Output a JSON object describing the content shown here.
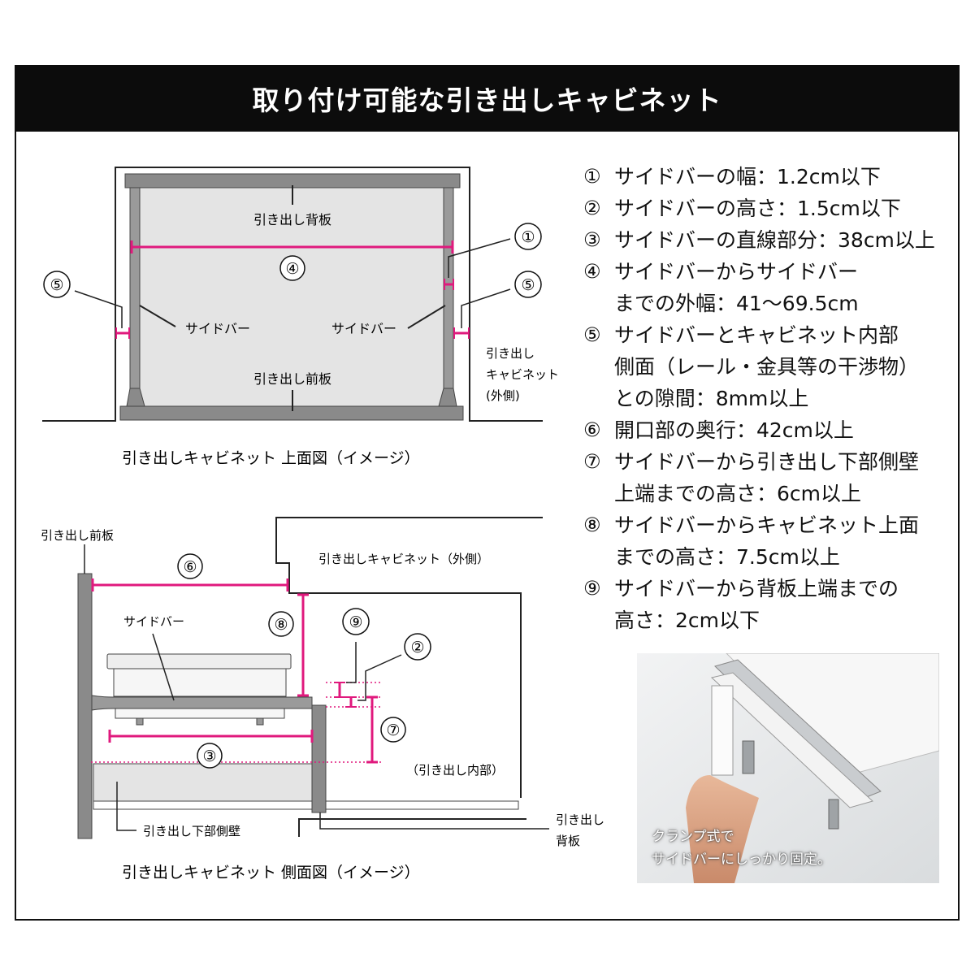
{
  "title": "取り付け可能な引き出しキャビネット",
  "top_view": {
    "caption": "引き出しキャビネット 上面図（イメージ）",
    "back_board": "引き出し背板",
    "front_board": "引き出し前板",
    "side_bar_left": "サイドバー",
    "side_bar_right": "サイドバー",
    "cabinet_outer_line1": "引き出し",
    "cabinet_outer_line2": "キャビネット",
    "cabinet_outer_line3": "(外側)",
    "marker_1": "①",
    "marker_4": "④",
    "marker_5_left": "⑤",
    "marker_5_right": "⑤"
  },
  "side_view": {
    "caption": "引き出しキャビネット 側面図（イメージ）",
    "front_board": "引き出し前板",
    "cabinet_outer": "引き出しキャビネット（外側）",
    "side_bar": "サイドバー",
    "drawer_inside": "（引き出し内部）",
    "lower_side_wall": "引き出し下部側壁",
    "back_board_line1": "引き出し",
    "back_board_line2": "背板",
    "marker_2": "②",
    "marker_3": "③",
    "marker_6": "⑥",
    "marker_7": "⑦",
    "marker_8": "⑧",
    "marker_9": "⑨"
  },
  "specs": [
    {
      "num": "①",
      "text": "サイドバーの幅：1.2cm以下"
    },
    {
      "num": "②",
      "text": "サイドバーの高さ：1.5cm以下"
    },
    {
      "num": "③",
      "text": "サイドバーの直線部分：38cm以上"
    },
    {
      "num": "④",
      "text": "サイドバーからサイドバー\nまでの外幅：41～69.5cm"
    },
    {
      "num": "⑤",
      "text": "サイドバーとキャビネット内部\n側面（レール・金具等の干渉物）\nとの隙間：8mm以上"
    },
    {
      "num": "⑥",
      "text": "開口部の奥行：42cm以上"
    },
    {
      "num": "⑦",
      "text": "サイドバーから引き出し下部側壁\n上端までの高さ：6cm以上"
    },
    {
      "num": "⑧",
      "text": "サイドバーからキャビネット上面\nまでの高さ：7.5cm以上"
    },
    {
      "num": "⑨",
      "text": "サイドバーから背板上端までの\n高さ：2cm以下"
    }
  ],
  "photo": {
    "caption": "クランプ式で\nサイドバーにしっかり固定。"
  },
  "colors": {
    "accent": "#e0197d",
    "board": "#8a8a8a",
    "fill": "#e4e4e4",
    "title_bg": "#0c0c0c"
  }
}
